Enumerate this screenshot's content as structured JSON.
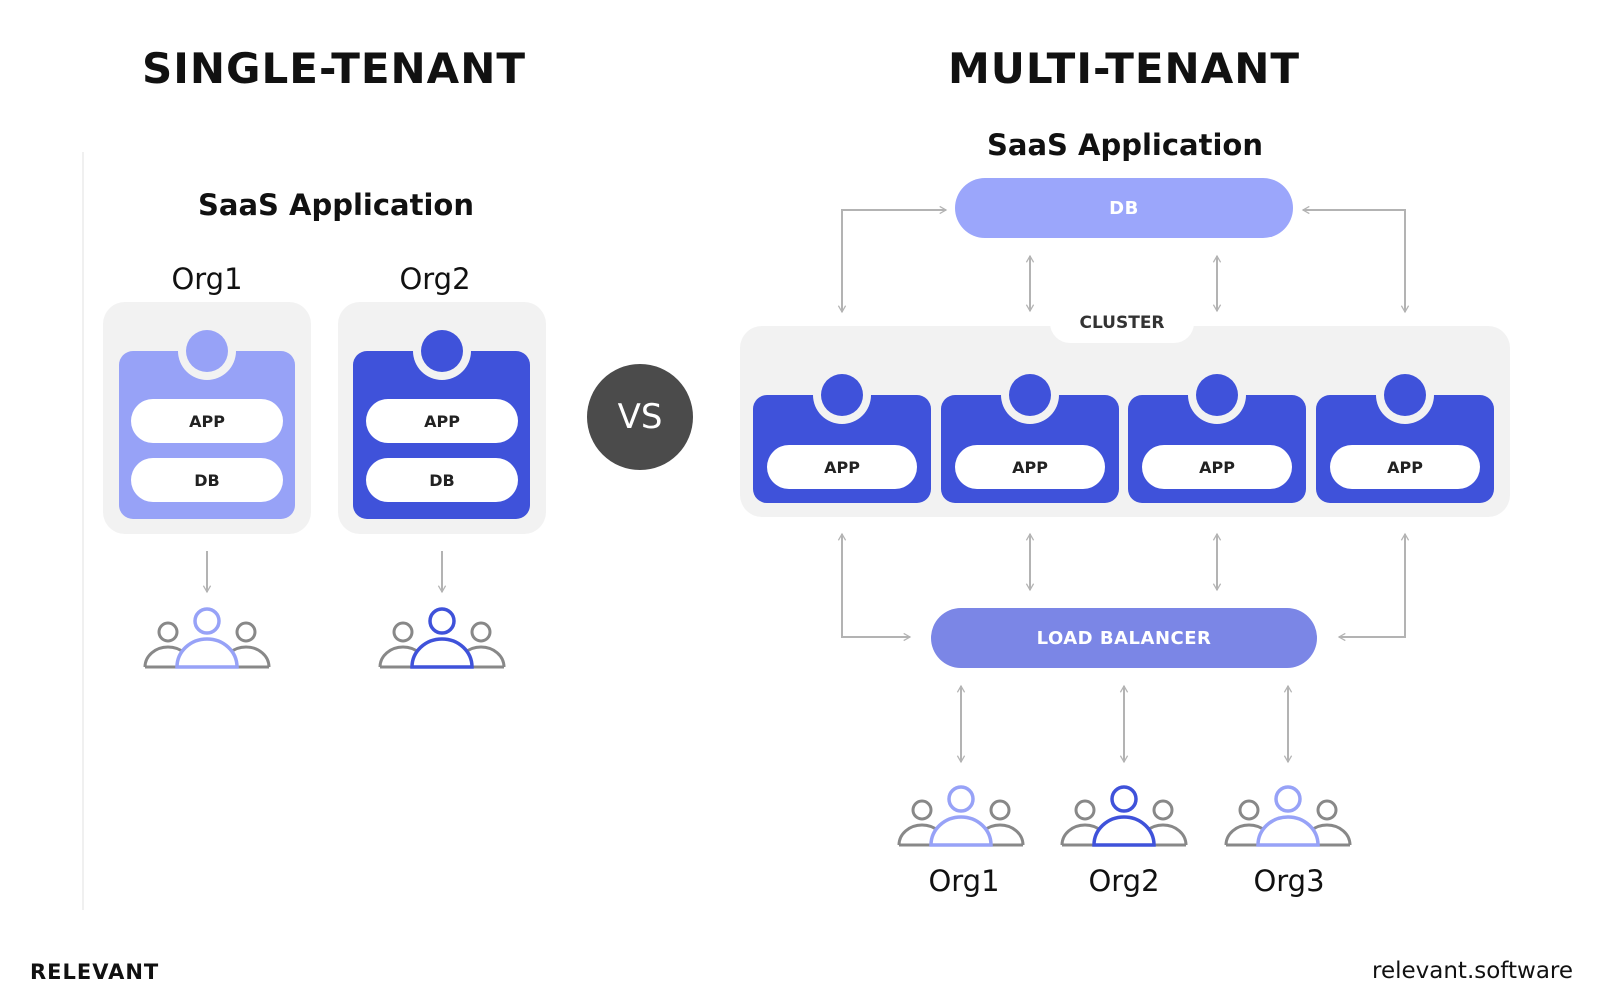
{
  "single": {
    "title": "SINGLE-TENANT",
    "subtitle": "SaaS Application",
    "orgs": [
      {
        "label": "Org1",
        "app": "APP",
        "db": "DB"
      },
      {
        "label": "Org2",
        "app": "APP",
        "db": "DB"
      }
    ]
  },
  "vs_label": "VS",
  "multi": {
    "title": "MULTI-TENANT",
    "subtitle": "SaaS Application",
    "db_label": "DB",
    "cluster_label": "CLUSTER",
    "apps": [
      "APP",
      "APP",
      "APP",
      "APP"
    ],
    "load_balancer_label": "LOAD BALANCER",
    "orgs": [
      "Org1",
      "Org2",
      "Org3"
    ]
  },
  "footer": {
    "brand": "RELEVANT",
    "site": "relevant.software"
  },
  "colors": {
    "light_purple": "#97a2f7",
    "dark_blue": "#3f52da",
    "load_balancer": "#7b86e6",
    "panel_gray": "#f2f2f2",
    "person_gray": "#888888",
    "vs_circle": "#4b4b4b"
  },
  "icons": [
    "person-icon",
    "people-group-icon",
    "arrow-icon"
  ]
}
